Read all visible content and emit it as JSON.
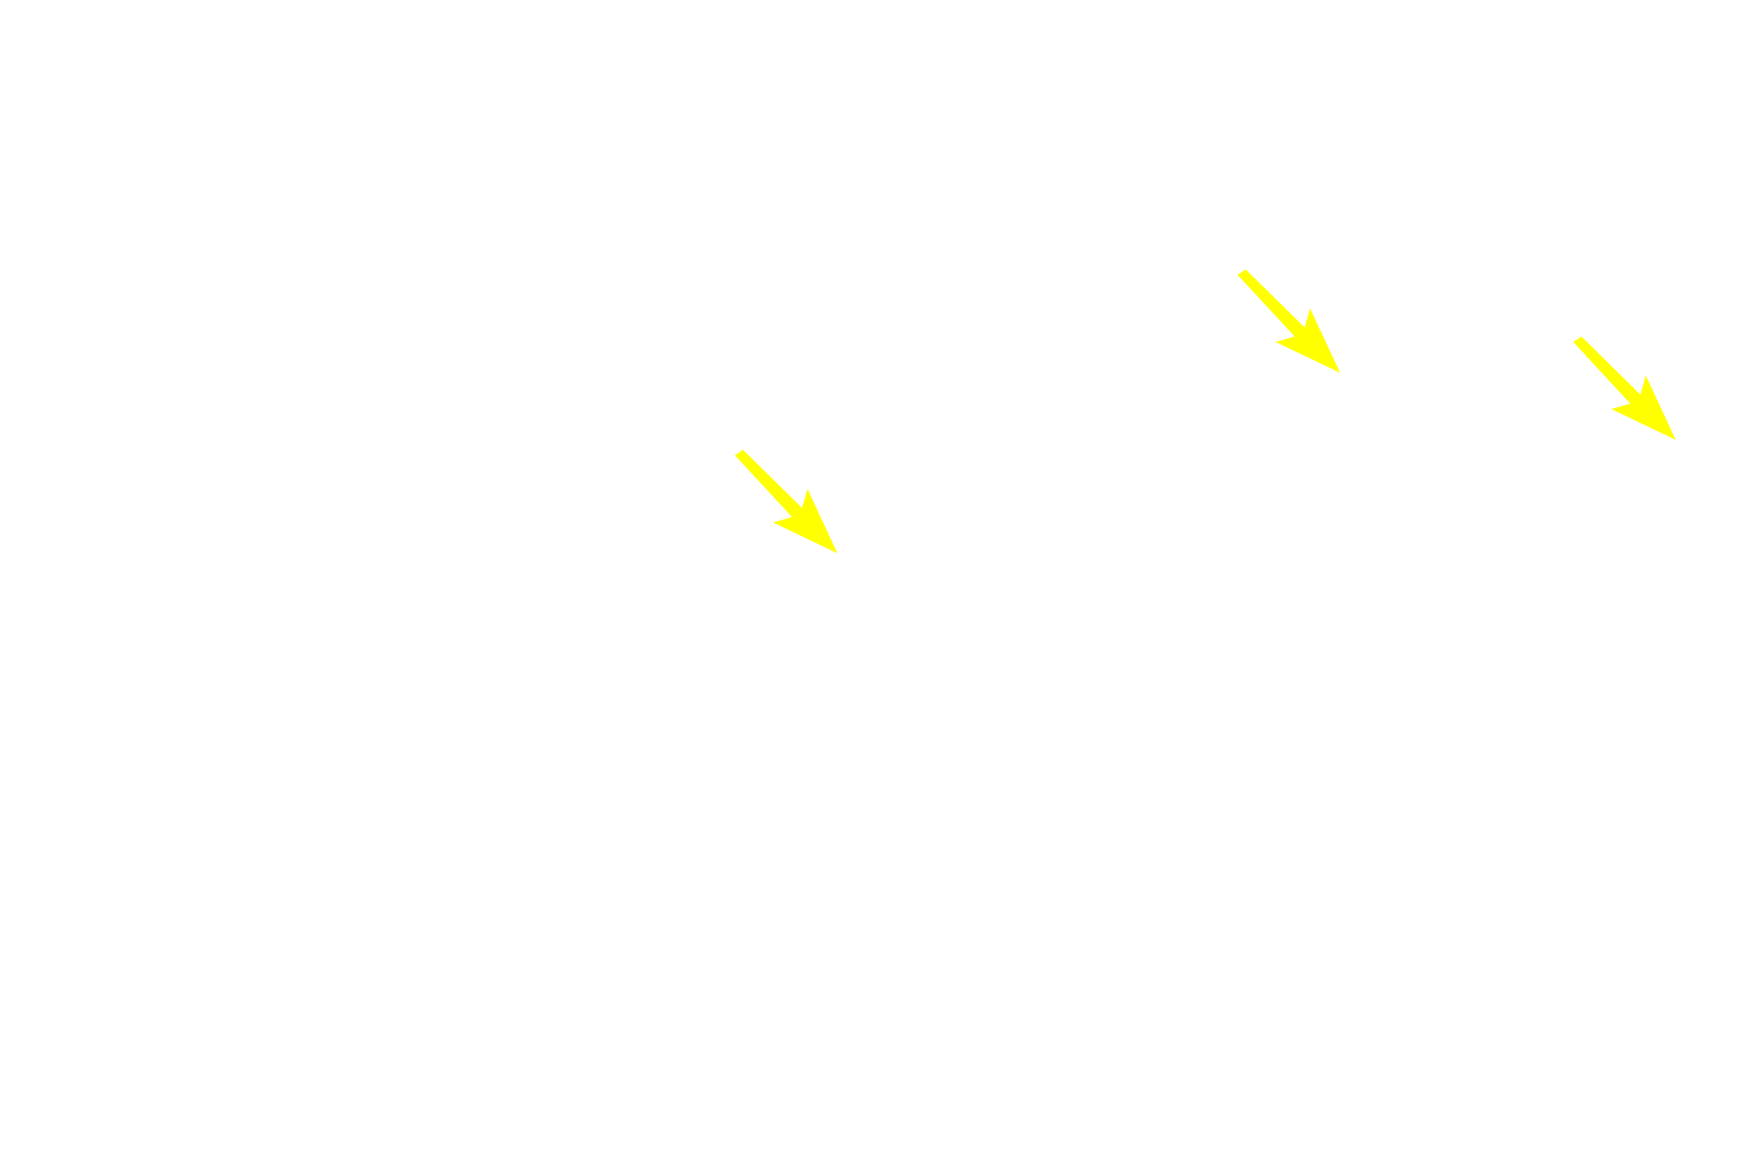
{
  "background_color": "#FFFFFF",
  "annotations": {
    "arrow_color": "#FFFF00",
    "arrows": [
      {
        "icon": "arrow-down-right-icon",
        "direction": "down-right"
      },
      {
        "icon": "arrow-down-right-icon",
        "direction": "down-right"
      },
      {
        "icon": "arrow-down-right-icon",
        "direction": "down-right"
      }
    ]
  }
}
